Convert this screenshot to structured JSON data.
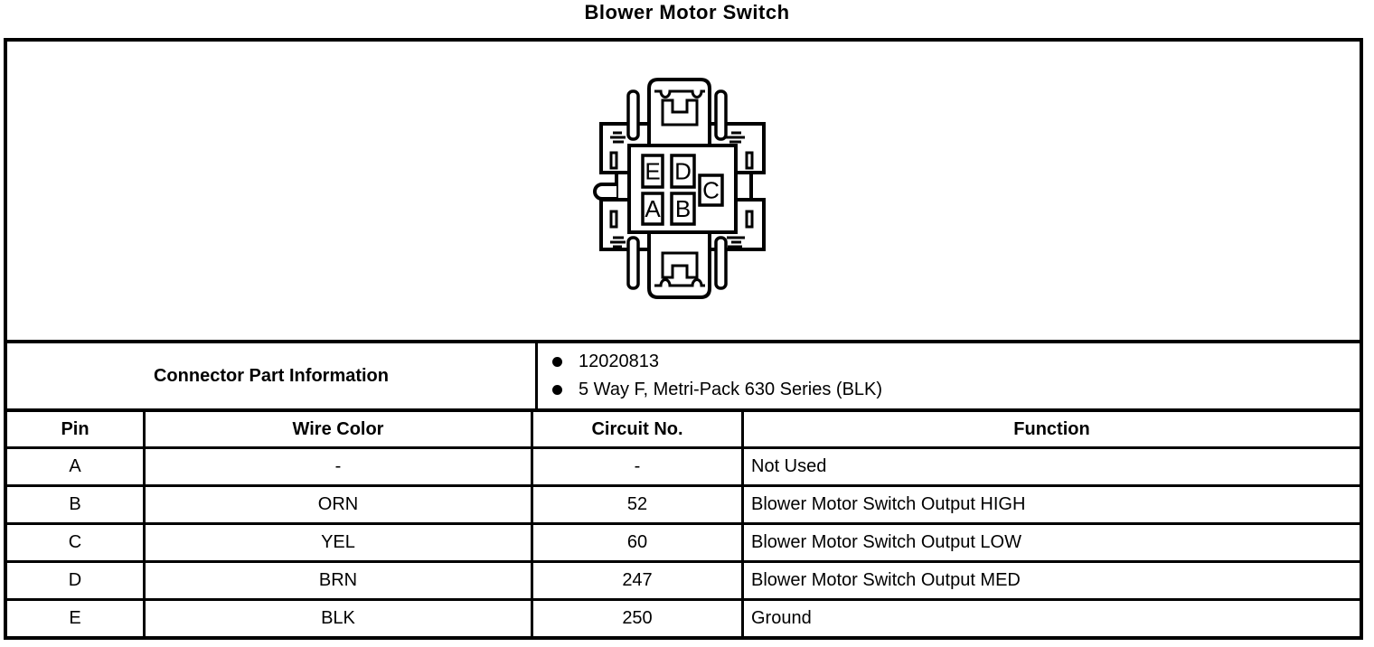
{
  "page": {
    "title": "Blower Motor Switch"
  },
  "connector": {
    "description": "5-way connector face view",
    "pin_labels": {
      "top_left": "E",
      "top_right": "D",
      "middle_right": "C",
      "bottom_left": "A",
      "bottom_right": "B"
    }
  },
  "part_info": {
    "label": "Connector Part Information",
    "bullets": [
      "12020813",
      "5 Way F, Metri-Pack 630 Series (BLK)"
    ]
  },
  "pin_table": {
    "headers": [
      "Pin",
      "Wire Color",
      "Circuit No.",
      "Function"
    ],
    "rows": [
      {
        "pin": "A",
        "wire_color": "-",
        "circuit_no": "-",
        "function": "Not Used"
      },
      {
        "pin": "B",
        "wire_color": "ORN",
        "circuit_no": "52",
        "function": "Blower Motor Switch Output HIGH"
      },
      {
        "pin": "C",
        "wire_color": "YEL",
        "circuit_no": "60",
        "function": "Blower Motor Switch Output LOW"
      },
      {
        "pin": "D",
        "wire_color": "BRN",
        "circuit_no": "247",
        "function": "Blower Motor Switch Output MED"
      },
      {
        "pin": "E",
        "wire_color": "BLK",
        "circuit_no": "250",
        "function": "Ground"
      }
    ]
  },
  "colors": {
    "ink": "#000000",
    "paper": "#ffffff"
  }
}
